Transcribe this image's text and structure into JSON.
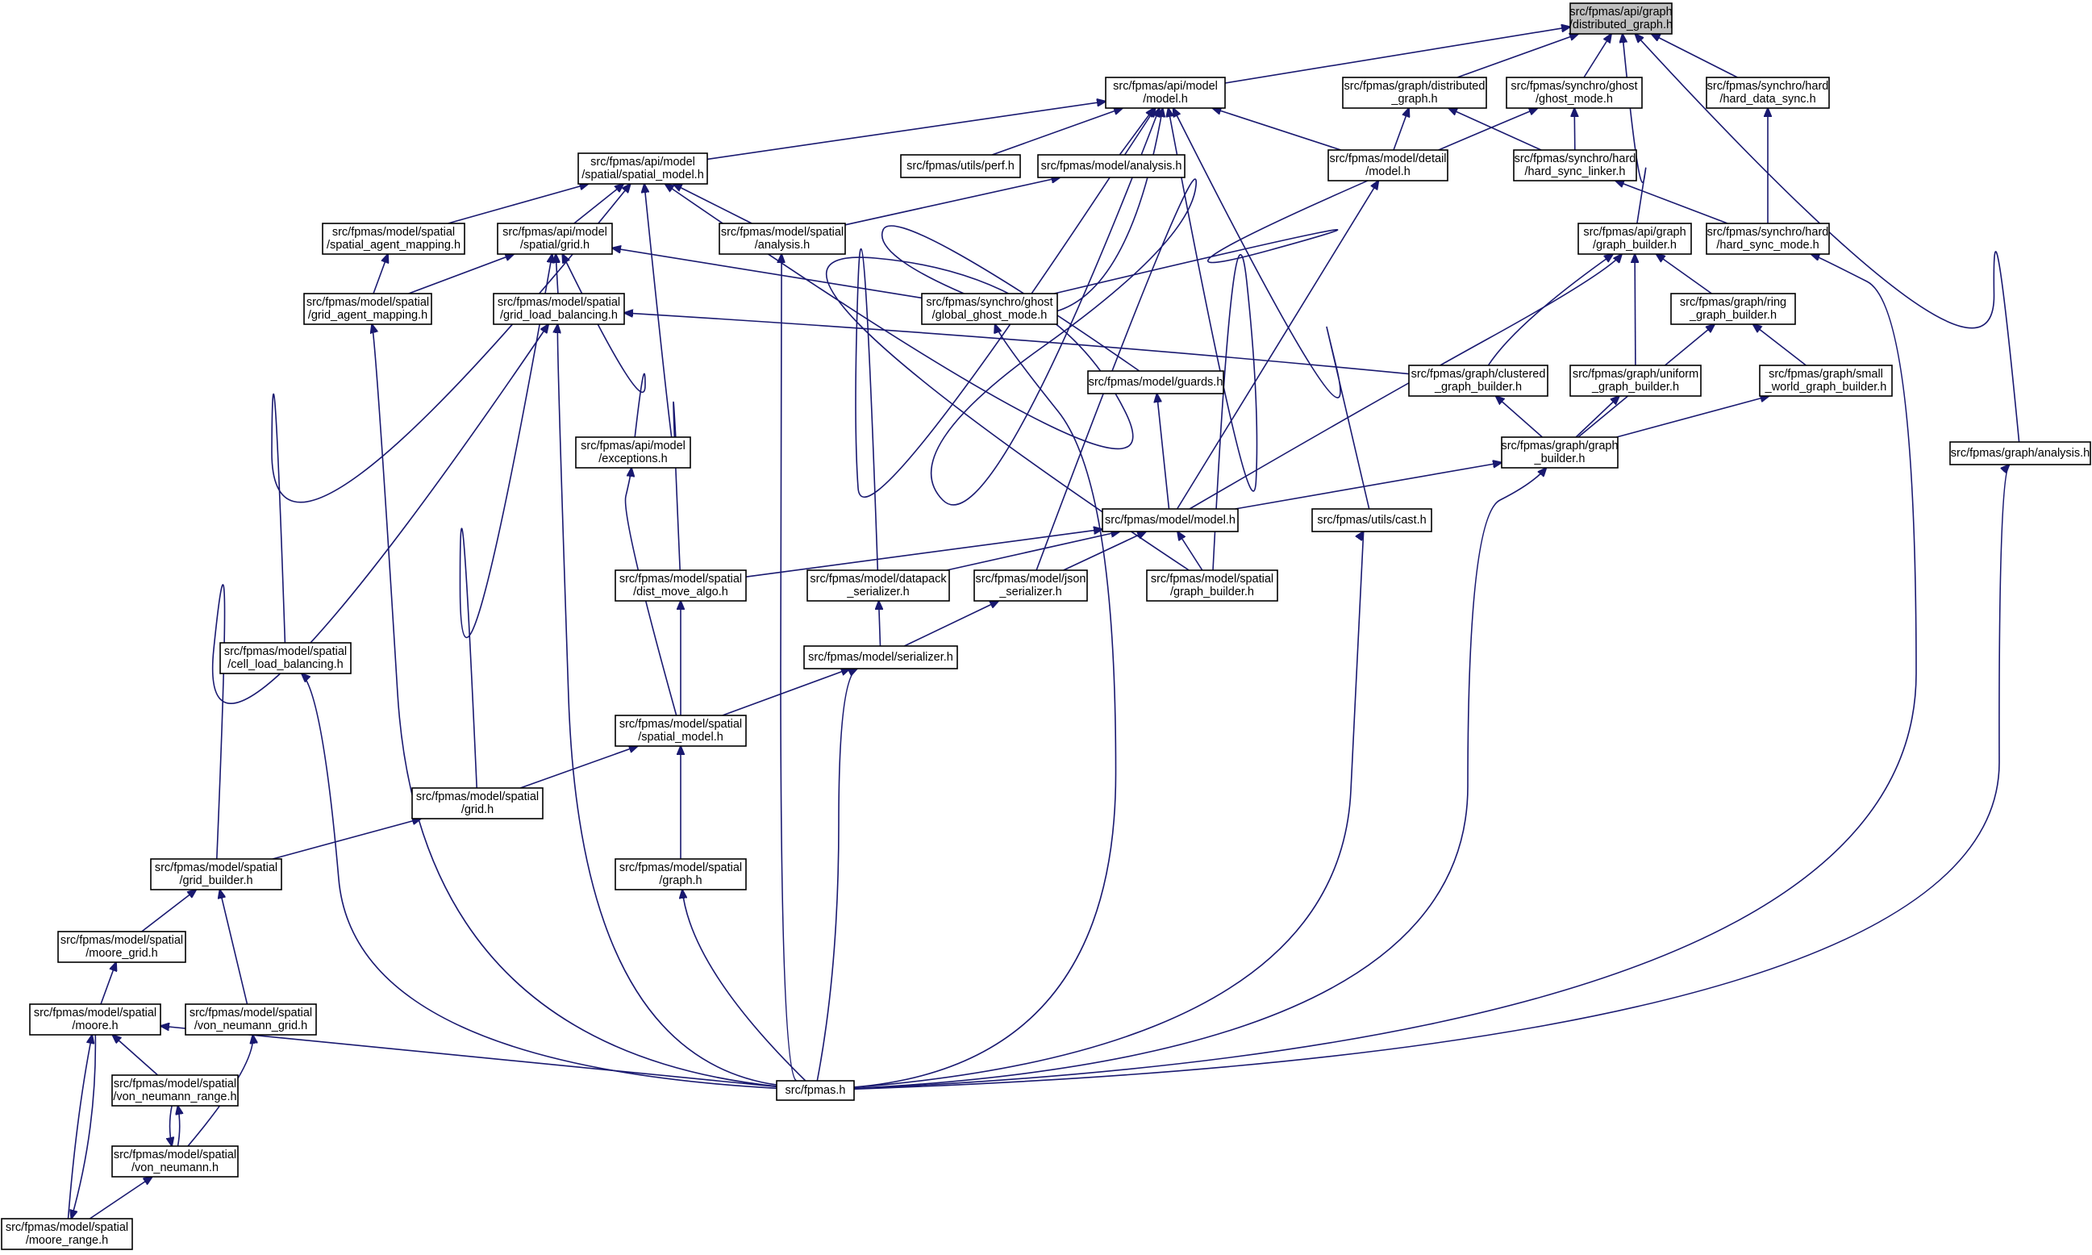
{
  "diagram": {
    "root": "distributed_graph_api",
    "colors": {
      "edge": "#191970",
      "node_border": "#000000",
      "node_fill": "#ffffff",
      "root_fill": "#bfbfbf"
    },
    "nodes": [
      {
        "id": "distributed_graph_api",
        "lines": [
          "src/fpmas/api/graph",
          "/distributed_graph.h"
        ]
      },
      {
        "id": "api_model",
        "lines": [
          "src/fpmas/api/model",
          "/model.h"
        ]
      },
      {
        "id": "graph_distributed_graph",
        "lines": [
          "src/fpmas/graph/distributed",
          "_graph.h"
        ]
      },
      {
        "id": "synchro_ghost_mode",
        "lines": [
          "src/fpmas/synchro/ghost",
          "/ghost_mode.h"
        ]
      },
      {
        "id": "synchro_hard_data_sync",
        "lines": [
          "src/fpmas/synchro/hard",
          "/hard_data_sync.h"
        ]
      },
      {
        "id": "api_spatial_model",
        "lines": [
          "src/fpmas/api/model",
          "/spatial/spatial_model.h"
        ]
      },
      {
        "id": "utils_perf",
        "lines": [
          "src/fpmas/utils/perf.h"
        ]
      },
      {
        "id": "model_analysis",
        "lines": [
          "src/fpmas/model/analysis.h"
        ]
      },
      {
        "id": "model_detail_model",
        "lines": [
          "src/fpmas/model/detail",
          "/model.h"
        ]
      },
      {
        "id": "synchro_hard_sync_linker",
        "lines": [
          "src/fpmas/synchro/hard",
          "/hard_sync_linker.h"
        ]
      },
      {
        "id": "spatial_agent_mapping",
        "lines": [
          "src/fpmas/model/spatial",
          "/spatial_agent_mapping.h"
        ]
      },
      {
        "id": "api_spatial_grid",
        "lines": [
          "src/fpmas/api/model",
          "/spatial/grid.h"
        ]
      },
      {
        "id": "spatial_analysis",
        "lines": [
          "src/fpmas/model/spatial",
          "/analysis.h"
        ]
      },
      {
        "id": "api_graph_builder",
        "lines": [
          "src/fpmas/api/graph",
          "/graph_builder.h"
        ]
      },
      {
        "id": "synchro_hard_sync_mode",
        "lines": [
          "src/fpmas/synchro/hard",
          "/hard_sync_mode.h"
        ]
      },
      {
        "id": "grid_agent_mapping",
        "lines": [
          "src/fpmas/model/spatial",
          "/grid_agent_mapping.h"
        ]
      },
      {
        "id": "grid_load_balancing",
        "lines": [
          "src/fpmas/model/spatial",
          "/grid_load_balancing.h"
        ]
      },
      {
        "id": "global_ghost_mode",
        "lines": [
          "src/fpmas/synchro/ghost",
          "/global_ghost_mode.h"
        ]
      },
      {
        "id": "ring_graph_builder",
        "lines": [
          "src/fpmas/graph/ring",
          "_graph_builder.h"
        ]
      },
      {
        "id": "model_guards",
        "lines": [
          "src/fpmas/model/guards.h"
        ]
      },
      {
        "id": "clustered_graph_builder",
        "lines": [
          "src/fpmas/graph/clustered",
          "_graph_builder.h"
        ]
      },
      {
        "id": "uniform_graph_builder",
        "lines": [
          "src/fpmas/graph/uniform",
          "_graph_builder.h"
        ]
      },
      {
        "id": "small_world_graph_builder",
        "lines": [
          "src/fpmas/graph/small",
          "_world_graph_builder.h"
        ]
      },
      {
        "id": "api_exceptions",
        "lines": [
          "src/fpmas/api/model",
          "/exceptions.h"
        ]
      },
      {
        "id": "graph_graph_builder",
        "lines": [
          "src/fpmas/graph/graph",
          "_builder.h"
        ]
      },
      {
        "id": "graph_analysis",
        "lines": [
          "src/fpmas/graph/analysis.h"
        ]
      },
      {
        "id": "model_model",
        "lines": [
          "src/fpmas/model/model.h"
        ]
      },
      {
        "id": "utils_cast",
        "lines": [
          "src/fpmas/utils/cast.h"
        ]
      },
      {
        "id": "dist_move_algo",
        "lines": [
          "src/fpmas/model/spatial",
          "/dist_move_algo.h"
        ]
      },
      {
        "id": "datapack_serializer",
        "lines": [
          "src/fpmas/model/datapack",
          "_serializer.h"
        ]
      },
      {
        "id": "json_serializer",
        "lines": [
          "src/fpmas/model/json",
          "_serializer.h"
        ]
      },
      {
        "id": "spatial_graph_builder",
        "lines": [
          "src/fpmas/model/spatial",
          "/graph_builder.h"
        ]
      },
      {
        "id": "cell_load_balancing",
        "lines": [
          "src/fpmas/model/spatial",
          "/cell_load_balancing.h"
        ]
      },
      {
        "id": "model_serializer",
        "lines": [
          "src/fpmas/model/serializer.h"
        ]
      },
      {
        "id": "model_spatial_model",
        "lines": [
          "src/fpmas/model/spatial",
          "/spatial_model.h"
        ]
      },
      {
        "id": "spatial_grid",
        "lines": [
          "src/fpmas/model/spatial",
          "/grid.h"
        ]
      },
      {
        "id": "spatial_graph",
        "lines": [
          "src/fpmas/model/spatial",
          "/graph.h"
        ]
      },
      {
        "id": "spatial_grid_builder",
        "lines": [
          "src/fpmas/model/spatial",
          "/grid_builder.h"
        ]
      },
      {
        "id": "moore_grid",
        "lines": [
          "src/fpmas/model/spatial",
          "/moore_grid.h"
        ]
      },
      {
        "id": "moore",
        "lines": [
          "src/fpmas/model/spatial",
          "/moore.h"
        ]
      },
      {
        "id": "von_neumann_grid",
        "lines": [
          "src/fpmas/model/spatial",
          "/von_neumann_grid.h"
        ]
      },
      {
        "id": "von_neumann_range",
        "lines": [
          "src/fpmas/model/spatial",
          "/von_neumann_range.h"
        ]
      },
      {
        "id": "fpmas",
        "lines": [
          "src/fpmas.h"
        ]
      },
      {
        "id": "von_neumann",
        "lines": [
          "src/fpmas/model/spatial",
          "/von_neumann.h"
        ]
      },
      {
        "id": "moore_range",
        "lines": [
          "src/fpmas/model/spatial",
          "/moore_range.h"
        ]
      }
    ],
    "edges": [
      [
        "api_model",
        "distributed_graph_api"
      ],
      [
        "graph_distributed_graph",
        "distributed_graph_api"
      ],
      [
        "synchro_ghost_mode",
        "distributed_graph_api"
      ],
      [
        "synchro_hard_data_sync",
        "distributed_graph_api"
      ],
      [
        "api_graph_builder",
        "distributed_graph_api"
      ],
      [
        "graph_analysis",
        "distributed_graph_api"
      ],
      [
        "api_spatial_model",
        "api_model"
      ],
      [
        "utils_perf",
        "api_model"
      ],
      [
        "model_analysis",
        "api_model"
      ],
      [
        "model_detail_model",
        "api_model"
      ],
      [
        "model_guards",
        "api_model"
      ],
      [
        "datapack_serializer",
        "api_model"
      ],
      [
        "json_serializer",
        "api_model"
      ],
      [
        "spatial_graph_builder",
        "api_model"
      ],
      [
        "utils_cast",
        "api_model"
      ],
      [
        "model_detail_model",
        "graph_distributed_graph"
      ],
      [
        "synchro_hard_sync_linker",
        "graph_distributed_graph"
      ],
      [
        "synchro_hard_sync_linker",
        "synchro_ghost_mode"
      ],
      [
        "global_ghost_mode",
        "synchro_ghost_mode"
      ],
      [
        "synchro_hard_sync_mode",
        "synchro_hard_data_sync"
      ],
      [
        "synchro_hard_sync_mode",
        "synchro_hard_sync_linker"
      ],
      [
        "spatial_agent_mapping",
        "api_spatial_model"
      ],
      [
        "api_spatial_grid",
        "api_spatial_model"
      ],
      [
        "spatial_analysis",
        "api_spatial_model"
      ],
      [
        "dist_move_algo",
        "api_spatial_model"
      ],
      [
        "cell_load_balancing",
        "api_spatial_model"
      ],
      [
        "spatial_graph_builder",
        "api_spatial_model"
      ],
      [
        "spatial_analysis",
        "model_analysis"
      ],
      [
        "model_model",
        "model_detail_model"
      ],
      [
        "grid_agent_mapping",
        "spatial_agent_mapping"
      ],
      [
        "grid_agent_mapping",
        "api_spatial_grid"
      ],
      [
        "grid_load_balancing",
        "api_spatial_grid"
      ],
      [
        "global_ghost_mode",
        "api_spatial_grid"
      ],
      [
        "api_exceptions",
        "api_spatial_grid"
      ],
      [
        "spatial_grid",
        "api_spatial_grid"
      ],
      [
        "fpmas",
        "spatial_analysis"
      ],
      [
        "ring_graph_builder",
        "api_graph_builder"
      ],
      [
        "clustered_graph_builder",
        "api_graph_builder"
      ],
      [
        "uniform_graph_builder",
        "api_graph_builder"
      ],
      [
        "model_model",
        "api_graph_builder"
      ],
      [
        "fpmas",
        "synchro_hard_sync_mode"
      ],
      [
        "fpmas",
        "grid_agent_mapping"
      ],
      [
        "clustered_graph_builder",
        "grid_load_balancing"
      ],
      [
        "spatial_grid_builder",
        "grid_load_balancing"
      ],
      [
        "fpmas",
        "grid_load_balancing"
      ],
      [
        "fpmas",
        "global_ghost_mode"
      ],
      [
        "small_world_graph_builder",
        "ring_graph_builder"
      ],
      [
        "graph_graph_builder",
        "ring_graph_builder"
      ],
      [
        "model_model",
        "model_guards"
      ],
      [
        "graph_graph_builder",
        "clustered_graph_builder"
      ],
      [
        "graph_graph_builder",
        "uniform_graph_builder"
      ],
      [
        "graph_graph_builder",
        "small_world_graph_builder"
      ],
      [
        "model_spatial_model",
        "api_exceptions"
      ],
      [
        "model_model",
        "graph_graph_builder"
      ],
      [
        "fpmas",
        "graph_graph_builder"
      ],
      [
        "fpmas",
        "graph_analysis"
      ],
      [
        "dist_move_algo",
        "model_model"
      ],
      [
        "datapack_serializer",
        "model_model"
      ],
      [
        "json_serializer",
        "model_model"
      ],
      [
        "spatial_graph_builder",
        "model_model"
      ],
      [
        "fpmas",
        "utils_cast"
      ],
      [
        "model_spatial_model",
        "dist_move_algo"
      ],
      [
        "model_serializer",
        "datapack_serializer"
      ],
      [
        "model_serializer",
        "json_serializer"
      ],
      [
        "fpmas",
        "cell_load_balancing"
      ],
      [
        "model_spatial_model",
        "model_serializer"
      ],
      [
        "fpmas",
        "model_serializer"
      ],
      [
        "spatial_grid",
        "model_spatial_model"
      ],
      [
        "spatial_graph",
        "model_spatial_model"
      ],
      [
        "spatial_grid_builder",
        "spatial_grid"
      ],
      [
        "fpmas",
        "spatial_graph"
      ],
      [
        "moore_grid",
        "spatial_grid_builder"
      ],
      [
        "von_neumann_grid",
        "spatial_grid_builder"
      ],
      [
        "moore",
        "moore_grid"
      ],
      [
        "fpmas",
        "moore"
      ],
      [
        "von_neumann_range",
        "moore"
      ],
      [
        "moore_range",
        "moore"
      ],
      [
        "von_neumann",
        "von_neumann_range"
      ],
      [
        "von_neumann",
        "von_neumann_grid"
      ],
      [
        "moore",
        "moore_range"
      ],
      [
        "von_neumann_range",
        "von_neumann"
      ],
      [
        "moore_range",
        "von_neumann"
      ]
    ]
  }
}
